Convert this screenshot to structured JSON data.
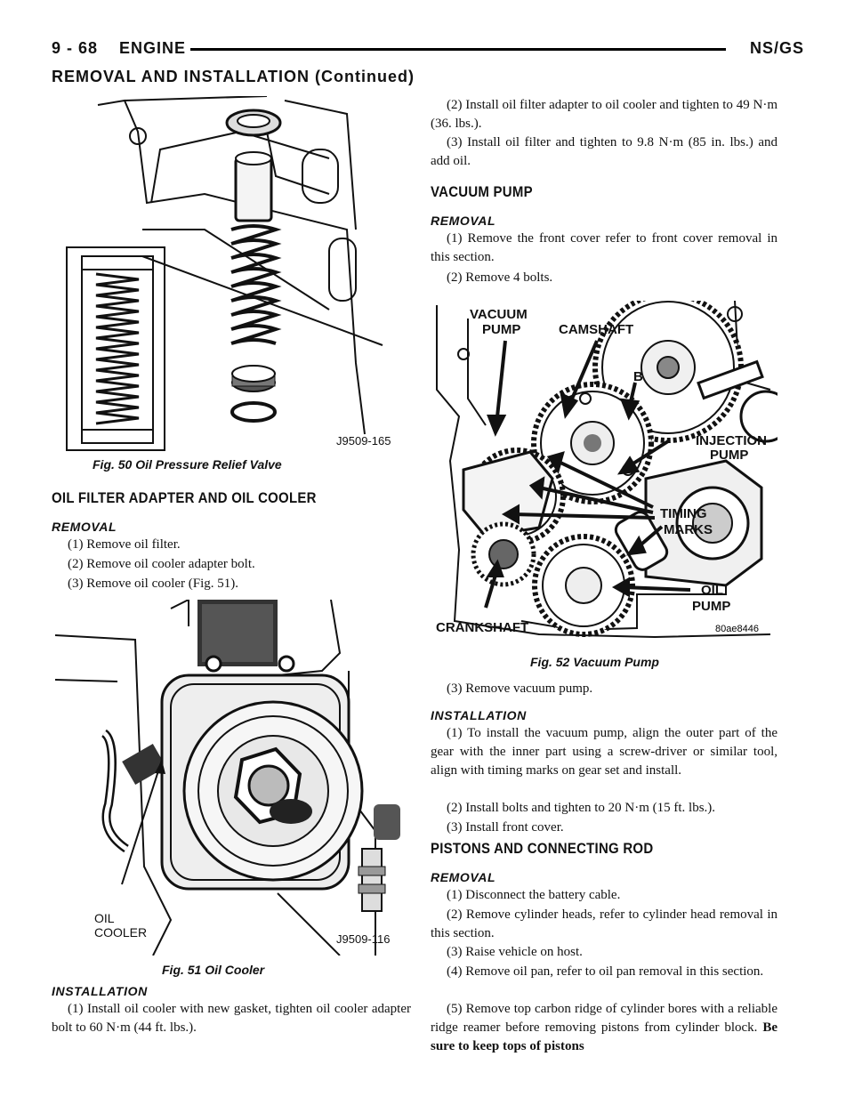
{
  "header": {
    "page_number": "9 - 68",
    "section": "ENGINE",
    "model": "NS/GS",
    "subheading": "REMOVAL AND INSTALLATION (Continued)"
  },
  "fig50": {
    "id": "J9509-165",
    "caption": "Fig. 50 Oil Pressure Relief Valve"
  },
  "oil_filter": {
    "heading": "OIL FILTER ADAPTER AND OIL COOLER",
    "removal_heading": "REMOVAL",
    "removal_steps": [
      "(1) Remove oil filter.",
      "(2) Remove oil cooler adapter bolt.",
      "(3) Remove oil cooler (Fig. 51)."
    ],
    "installation_heading": "INSTALLATION",
    "installation_steps": [
      "(1) Install oil cooler with new gasket, tighten oil cooler adapter bolt to 60 N·m (44 ft. lbs.).",
      "(2) Install oil filter adapter to oil cooler and tighten to 49 N·m (36. lbs.).",
      "(3) Install oil filter and tighten to 9.8 N·m (85 in. lbs.) and add oil."
    ]
  },
  "fig51": {
    "id": "J9509-116",
    "label_oil": "OIL",
    "label_cooler": "COOLER",
    "caption": "Fig. 51 Oil Cooler"
  },
  "vacuum_pump": {
    "heading": "VACUUM PUMP",
    "removal_heading": "REMOVAL",
    "removal_steps": [
      "(1) Remove the front cover refer to front cover removal in this section.",
      "(2) Remove 4 bolts.",
      "(3) Remove vacuum pump."
    ],
    "installation_heading": "INSTALLATION",
    "installation_steps": [
      "(1) To install the vacuum pump, align the outer part of the gear with the inner part using a screw-driver or similar tool, align with timing marks on gear set and install.",
      "(2) Install bolts and tighten to 20 N·m (15 ft. lbs.).",
      "(3) Install front cover."
    ]
  },
  "fig52": {
    "id": "80ae8446",
    "caption": "Fig. 52 Vacuum Pump",
    "labels": {
      "vacuum": "VACUUM",
      "pump": "PUMP",
      "camshaft": "CAMSHAFT",
      "b": "B",
      "injection": "INJECTION",
      "injection_pump": "PUMP",
      "timing": "TIMING",
      "marks": "MARKS",
      "oil": "OIL",
      "oil_pump": "PUMP",
      "crankshaft": "CRANKSHAFT"
    }
  },
  "pistons": {
    "heading": "PISTONS AND CONNECTING ROD",
    "removal_heading": "REMOVAL",
    "removal_steps": [
      "(1) Disconnect the battery cable.",
      "(2) Remove cylinder heads, refer to cylinder head removal in this section.",
      "(3) Raise vehicle on host.",
      "(4) Remove oil pan, refer to oil pan removal in this section."
    ],
    "step5_text": "(5) Remove top carbon ridge of cylinder bores with a reliable ridge reamer before removing pistons from cylinder block.",
    "step5_bold": "Be sure to keep tops of pistons"
  }
}
